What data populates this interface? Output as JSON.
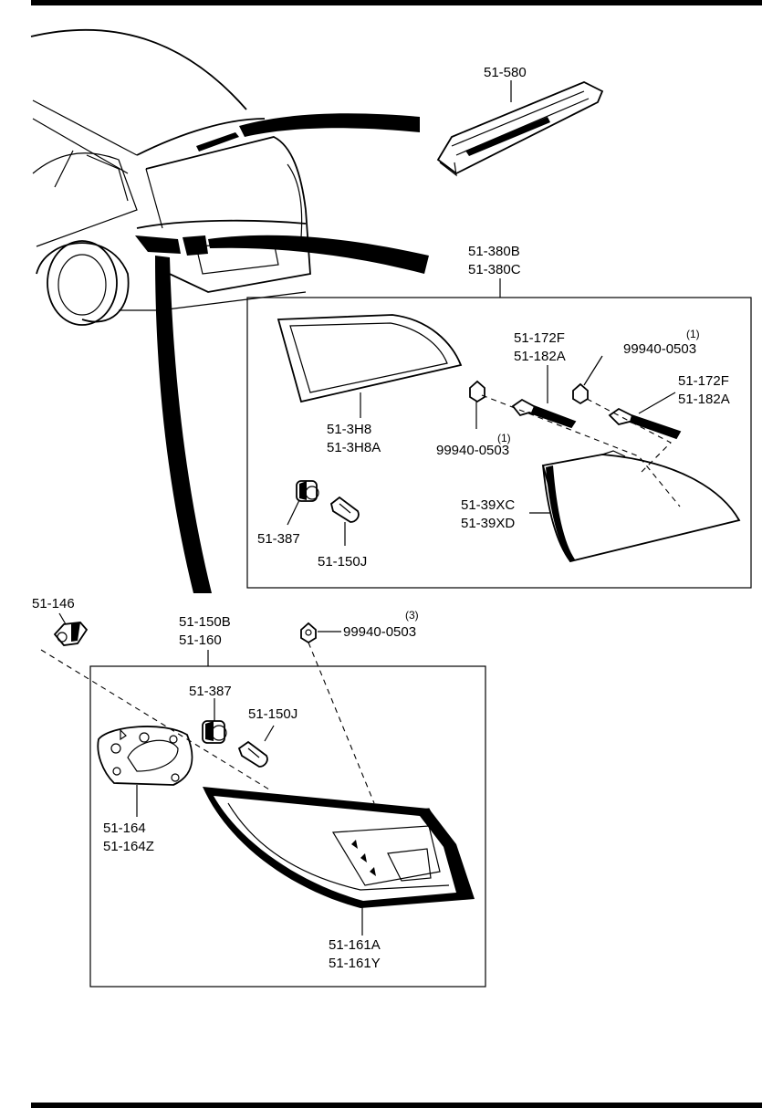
{
  "labels": {
    "high_mount_stop_light": "51-580",
    "inner_lamp_assy_a": "51-380B",
    "inner_lamp_assy_b": "51-380C",
    "lens_a": "51-3H8",
    "lens_b": "51-3H8A",
    "bracket_upper_a": "51-172F",
    "bracket_upper_b": "51-182A",
    "bracket_right_a": "51-172F",
    "bracket_right_b": "51-182A",
    "nut_upper": "99940-0503",
    "nut_upper_qty": "(1)",
    "nut_lower": "99940-0503",
    "nut_lower_qty": "(1)",
    "inner_housing_a": "51-39XC",
    "inner_housing_b": "51-39XD",
    "socket_inner": "51-387",
    "bulb_inner": "51-150J",
    "side_marker": "51-146",
    "outer_lamp_assy_a": "51-150B",
    "outer_lamp_assy_b": "51-160",
    "nut_outer": "99940-0503",
    "nut_outer_qty": "(3)",
    "socket_outer": "51-387",
    "bulb_outer": "51-150J",
    "gasket_a": "51-164",
    "gasket_b": "51-164Z",
    "outer_lens_a": "51-161A",
    "outer_lens_b": "51-161Y"
  },
  "colors": {
    "ink": "#000000",
    "paper": "#ffffff",
    "shade": "#c8c8c8"
  }
}
